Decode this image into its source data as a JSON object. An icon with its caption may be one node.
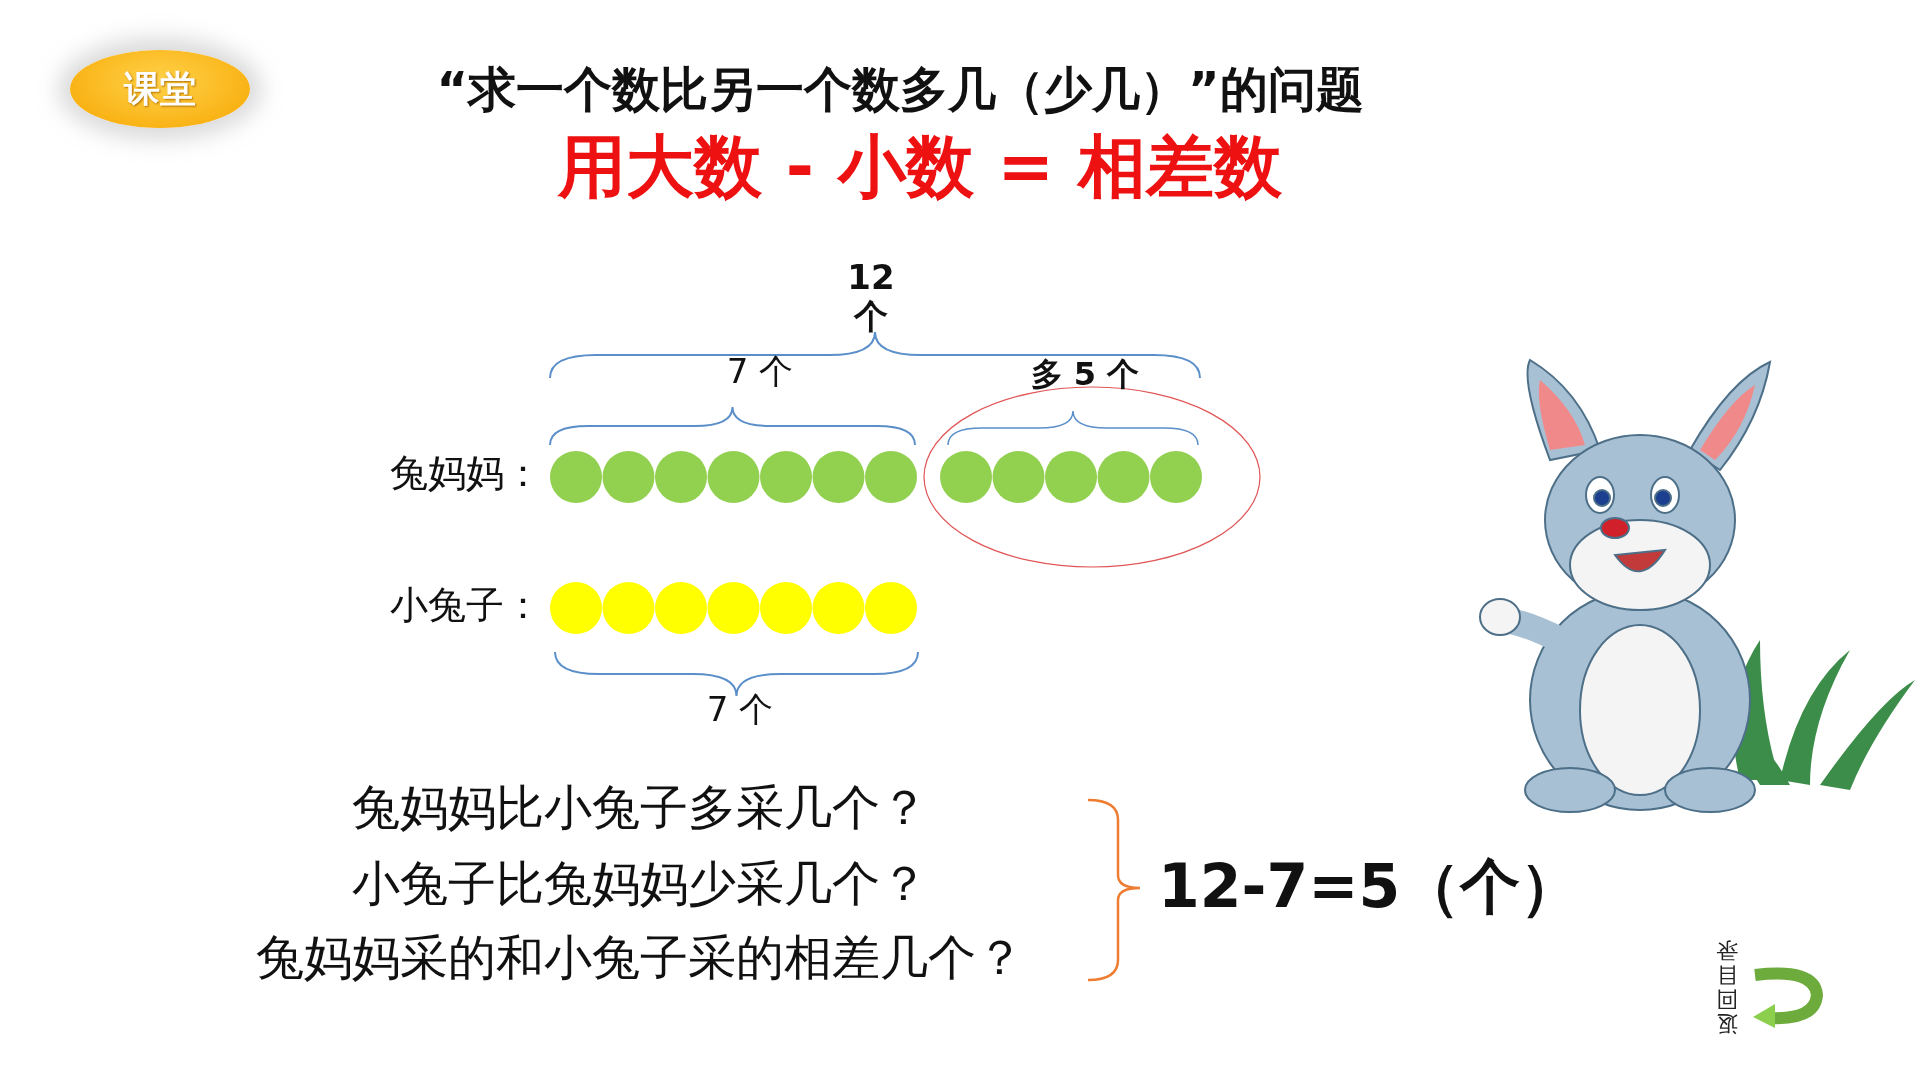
{
  "diagram": {
    "title": "“求一个数比另一个数多几（少几）”的问题",
    "nodes": [
      {
        "text": [
          "课堂"
        ]
      }
    ],
    "labels": [
      "用大数 - 小数 = 相差数",
      "12个",
      "7 个",
      "多 5 个",
      "兔妈妈：",
      "小兔子：",
      "7 个",
      "兔妈妈比小兔子多采几个？",
      "小兔子比兔妈妈少采几个？",
      "兔妈妈采的和小兔子采的相差几个？",
      "12-7=5（个）",
      "返回目录"
    ]
  }
}
